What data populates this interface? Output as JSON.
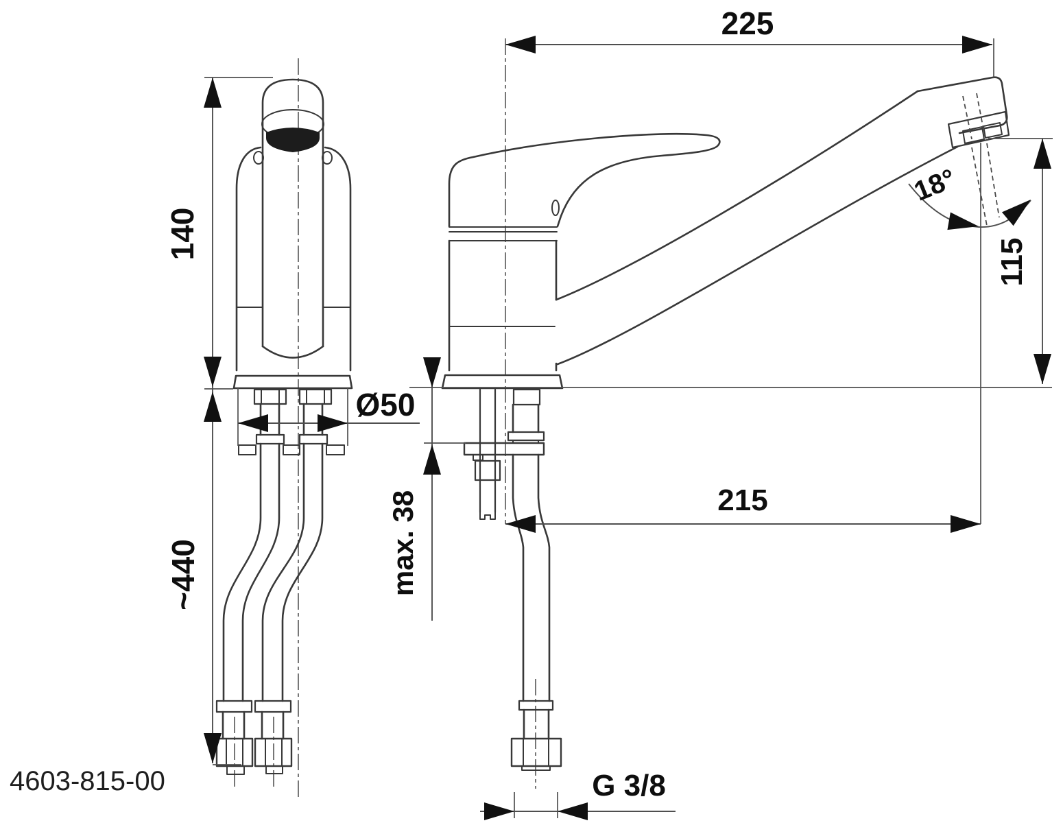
{
  "drawing": {
    "part_number": "4603-815-00",
    "dims": {
      "d225": "225",
      "angle": "18°",
      "d115": "115",
      "d215": "215",
      "max38": "max. 38",
      "dia50": "Ø50",
      "d440": "~440",
      "d140": "140",
      "thread": "G 3/8"
    },
    "colors": {
      "background": "#ffffff",
      "line": "#383838",
      "dimension": "#4f4f4f",
      "text": "#0e0e0e"
    }
  }
}
